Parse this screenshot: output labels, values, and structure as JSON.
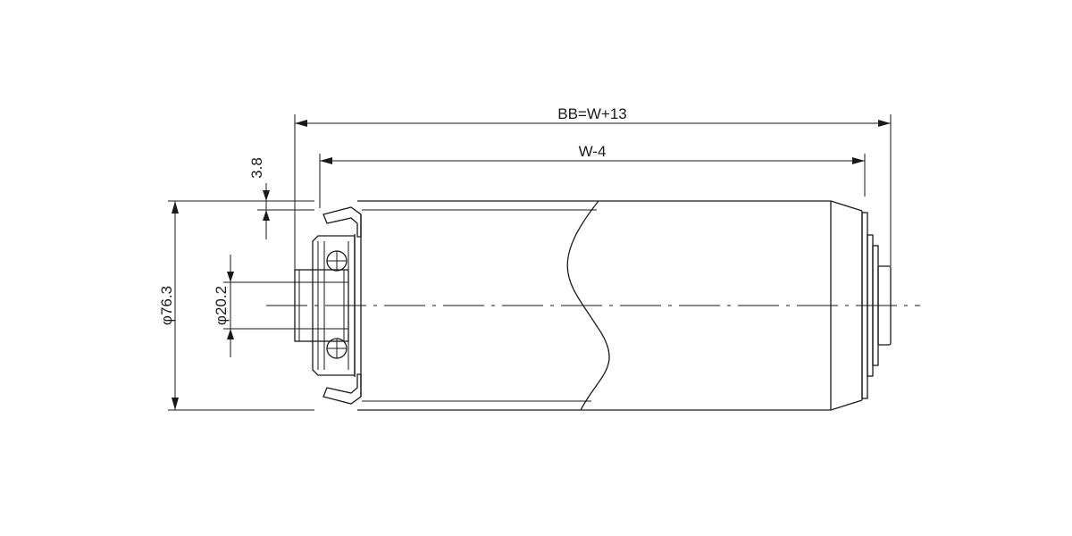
{
  "dimensions": {
    "overall_length": "BB=W+13",
    "tube_length": "W-4",
    "flange_offset": "3.8",
    "tube_diameter": "φ76.3",
    "shaft_diameter": "φ20.2"
  }
}
